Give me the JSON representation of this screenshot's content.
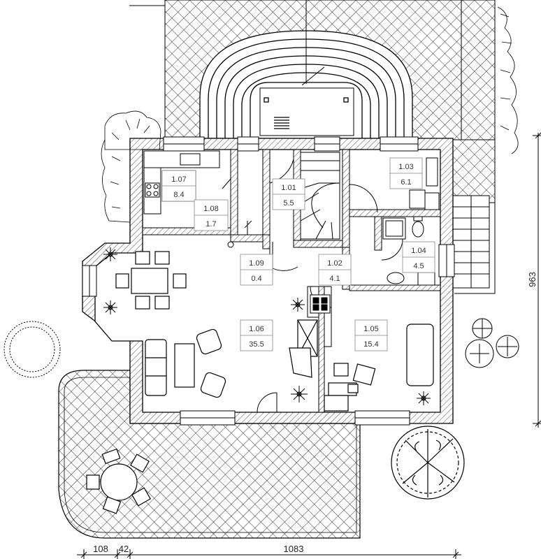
{
  "rooms": [
    {
      "id": "1.01",
      "area": "5.5"
    },
    {
      "id": "1.02",
      "area": "4.1"
    },
    {
      "id": "1.03",
      "area": "6.1"
    },
    {
      "id": "1.04",
      "area": "4.5"
    },
    {
      "id": "1.05",
      "area": "15.4"
    },
    {
      "id": "1.06",
      "area": "35.5"
    },
    {
      "id": "1.07",
      "area": "8.4"
    },
    {
      "id": "1.08",
      "area": "1.7"
    },
    {
      "id": "1.09",
      "area": "0.4"
    }
  ],
  "dimensions": {
    "bottom_1": "108",
    "bottom_2": "42",
    "bottom_3": "1083",
    "right": "963"
  },
  "colors": {
    "line": "#000000",
    "wall_fill": "#d8d8d8",
    "label_border": "#888888",
    "text": "#333333"
  }
}
